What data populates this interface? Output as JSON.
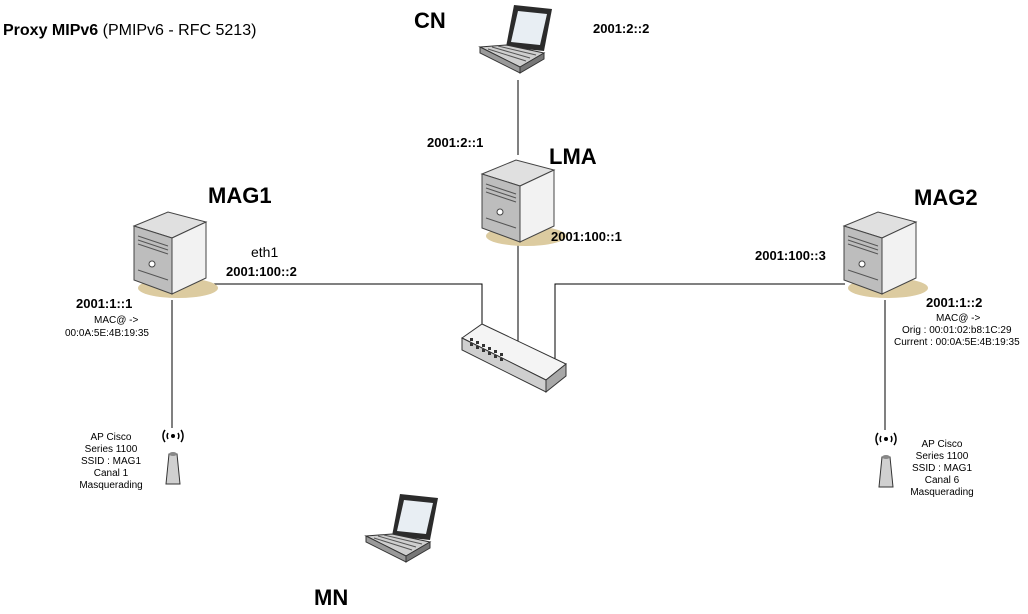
{
  "title": {
    "bold": "Proxy MIPv6",
    "rest": "(PMIPv6 - RFC 5213)"
  },
  "nodes": {
    "cn": {
      "label": "CN",
      "address": "2001:2::2"
    },
    "lma": {
      "label": "LMA",
      "addr_top": "2001:2::1",
      "addr_bottom": "2001:100::1"
    },
    "mag1": {
      "label": "MAG1",
      "iface": "eth1",
      "addr_net": "2001:100::2",
      "addr_access": "2001:1::1",
      "mac_title": "MAC@ ->",
      "mac": "00:0A:5E:4B:19:35"
    },
    "mag2": {
      "label": "MAG2",
      "addr_net": "2001:100::3",
      "addr_access": "2001:1::2",
      "mac_title": "MAC@ ->",
      "mac_orig": "Orig : 00:01:02:b8:1C:29",
      "mac_current": "Current : 00:0A:5E:4B:19:35"
    },
    "mn": {
      "label": "MN"
    }
  },
  "ap1": {
    "line1": "AP Cisco",
    "line2": "Series 1100",
    "line3": "SSID : MAG1",
    "line4": "Canal 1",
    "line5": "Masquerading"
  },
  "ap2": {
    "line1": "AP Cisco",
    "line2": "Series 1100",
    "line3": "SSID : MAG1",
    "line4": "Canal 6",
    "line5": "Masquerading"
  },
  "icons": [
    "laptop-icon",
    "server-icon",
    "switch-icon",
    "access-point-icon"
  ]
}
